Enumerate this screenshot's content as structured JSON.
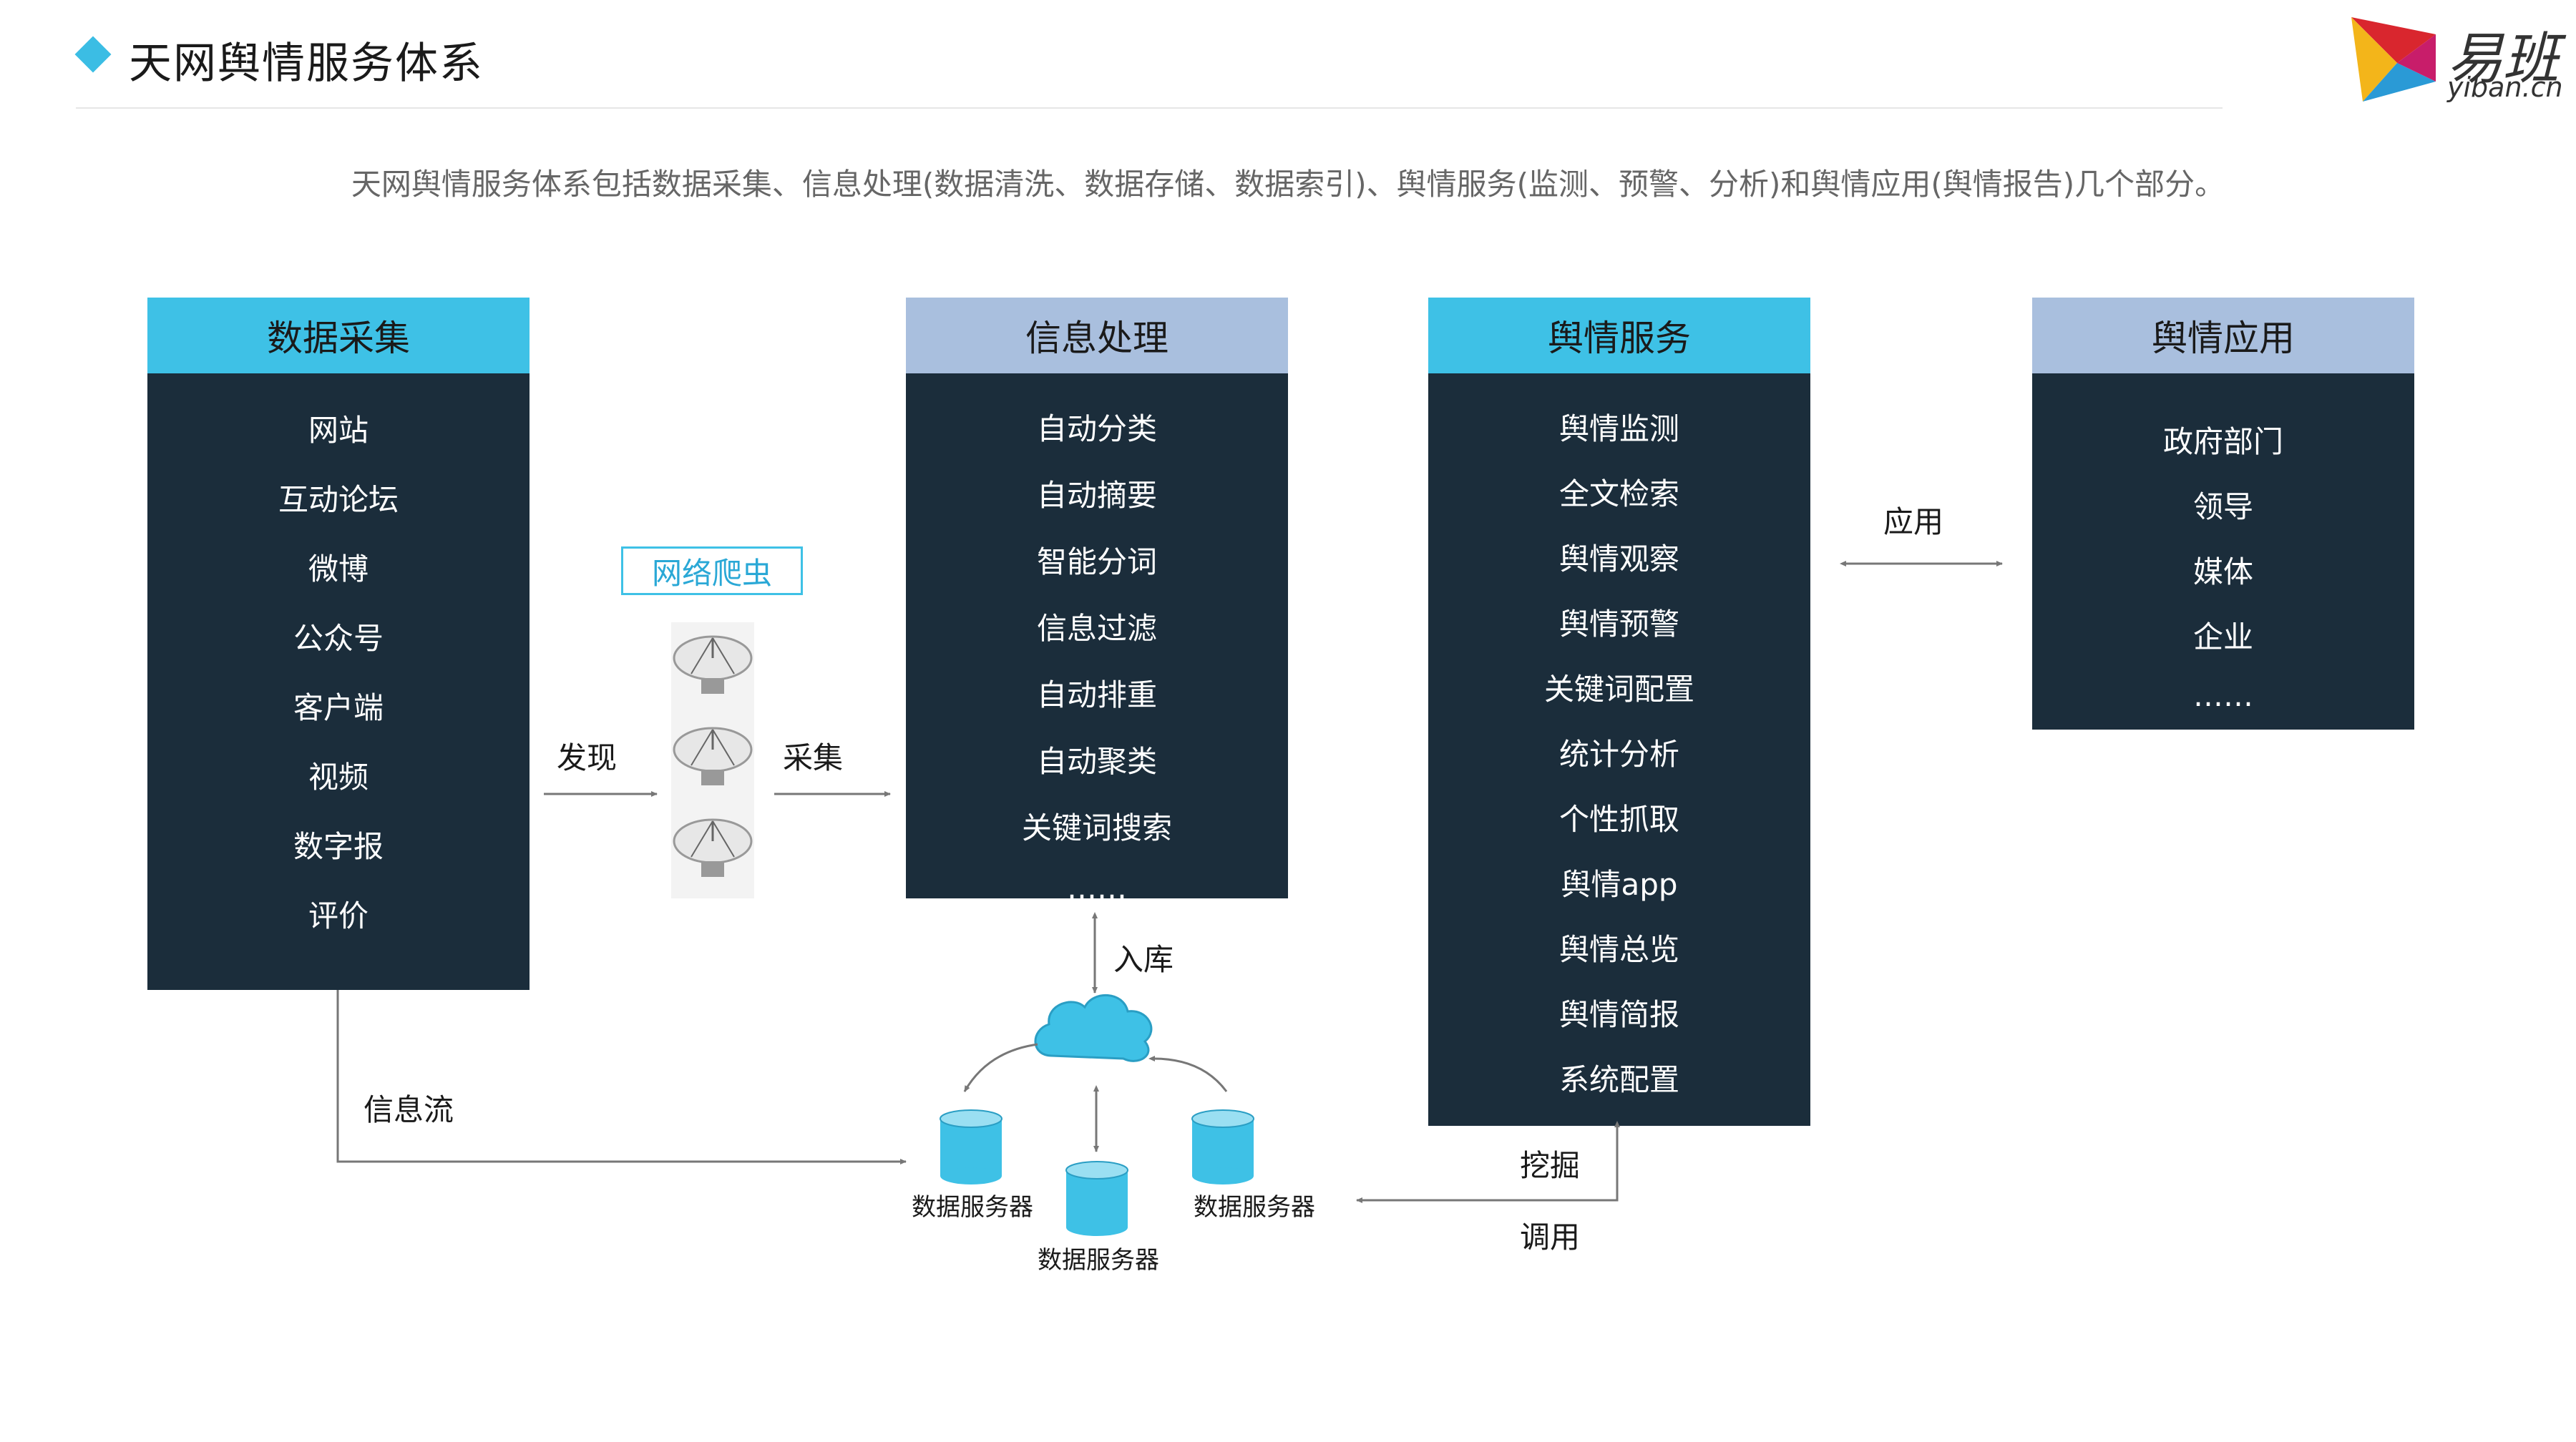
{
  "header": {
    "title": "天网舆情服务体系",
    "logo_text": "易班",
    "logo_sub": "yiban.cn"
  },
  "subtitle": "天网舆情服务体系包括数据采集、信息处理(数据清洗、数据存储、数据索引)、舆情服务(监测、预警、分析)和舆情应用(舆情报告)几个部分。",
  "columns": [
    {
      "title": "数据采集",
      "items": [
        "网站",
        "互动论坛",
        "微博",
        "公众号",
        "客户端",
        "视频",
        "数字报",
        "评价"
      ]
    },
    {
      "title": "信息处理",
      "items": [
        "自动分类",
        "自动摘要",
        "智能分词",
        "信息过滤",
        "自动排重",
        "自动聚类",
        "关键词搜索",
        "……"
      ]
    },
    {
      "title": "舆情服务",
      "items": [
        "舆情监测",
        "全文检索",
        "舆情观察",
        "舆情预警",
        "关键词配置",
        "统计分析",
        "个性抓取",
        "舆情app",
        "舆情总览",
        "舆情简报",
        "系统配置",
        "……."
      ]
    },
    {
      "title": "舆情应用",
      "items": [
        "政府部门",
        "领导",
        "媒体",
        "企业",
        "……"
      ]
    }
  ],
  "labels": {
    "crawler": "网络爬虫",
    "discover": "发现",
    "collect": "采集",
    "store": "入库",
    "info_flow": "信息流",
    "apply": "应用",
    "mine": "挖掘",
    "invoke": "调用",
    "server": "数据服务器"
  },
  "colors": {
    "accent_cyan": "#3ec1e6",
    "accent_blue": "#a9bfde",
    "panel_dark": "#1b2d3b"
  }
}
